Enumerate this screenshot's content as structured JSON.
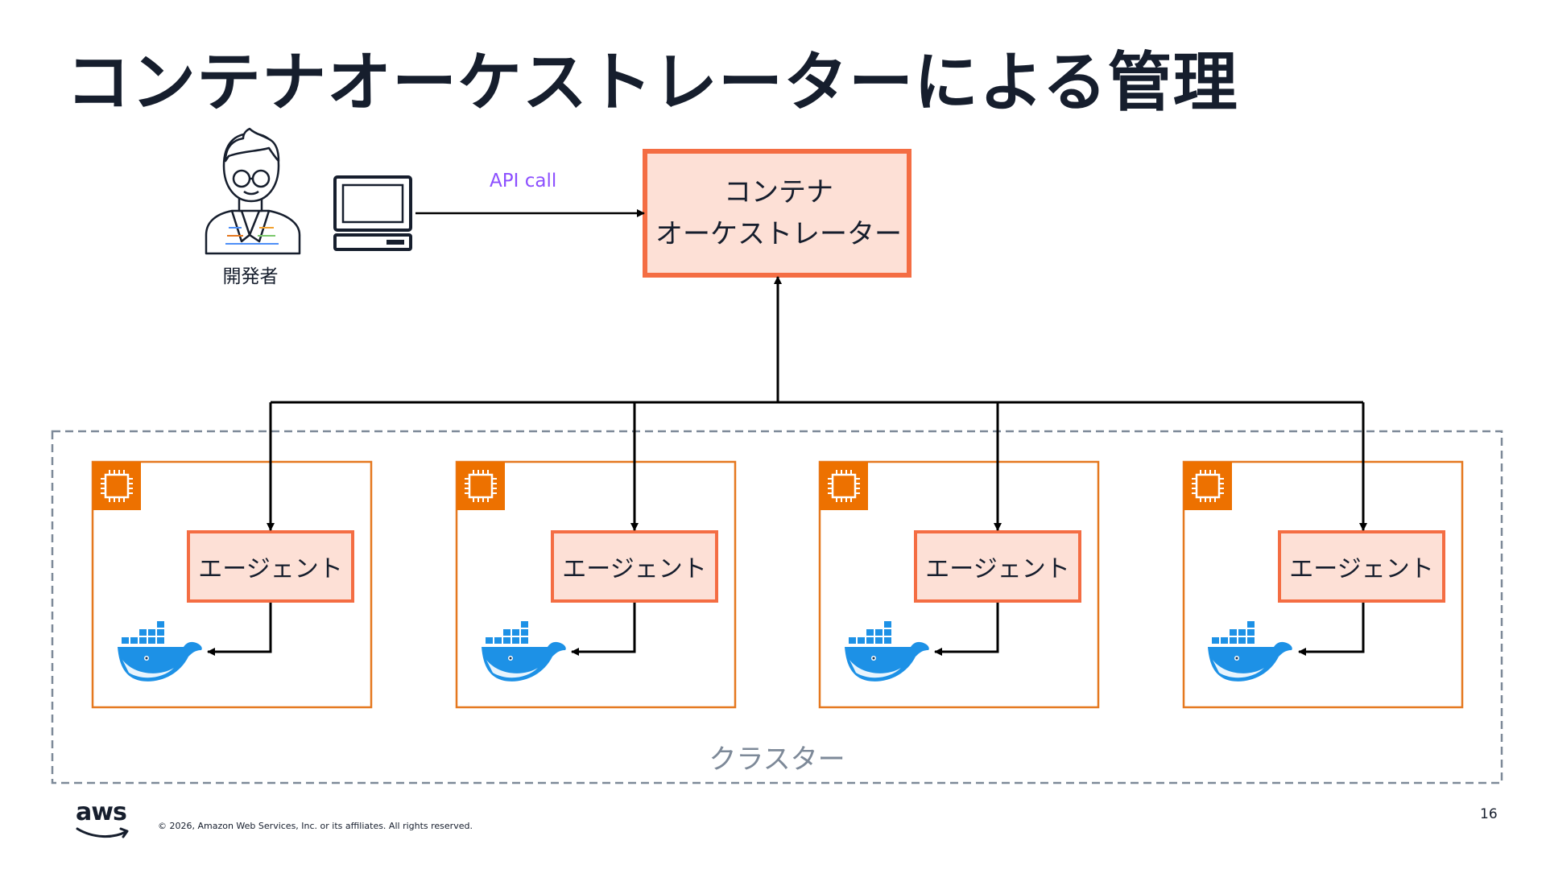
{
  "slide": {
    "title": "コンテナオーケストレーターによる管理",
    "page_number": "16",
    "copyright": "© 2026, Amazon Web Services, Inc. or its affiliates. All rights reserved.",
    "logo_text": "aws"
  },
  "developer": {
    "label": "開発者",
    "icon": "developer-icon",
    "device_icon": "desktop-computer-icon"
  },
  "api_call": {
    "label": "API call",
    "color": "#8c4fff"
  },
  "orchestrator": {
    "line1": "コンテナ",
    "line2": "オーケストレーター",
    "fill": "#fde0d6",
    "border": "#f46d43"
  },
  "cluster": {
    "label": "クラスター",
    "border": "#7d8998"
  },
  "nodes": [
    {
      "agent_label": "エージェント",
      "node_icon": "ec2-instance-icon",
      "container_icon": "docker-whale-icon"
    },
    {
      "agent_label": "エージェント",
      "node_icon": "ec2-instance-icon",
      "container_icon": "docker-whale-icon"
    },
    {
      "agent_label": "エージェント",
      "node_icon": "ec2-instance-icon",
      "container_icon": "docker-whale-icon"
    },
    {
      "agent_label": "エージェント",
      "node_icon": "ec2-instance-icon",
      "container_icon": "docker-whale-icon"
    }
  ],
  "colors": {
    "node_border": "#e5781f",
    "agent_fill": "#fde0d6",
    "agent_border": "#f46d43",
    "docker_blue": "#1d91e6"
  }
}
